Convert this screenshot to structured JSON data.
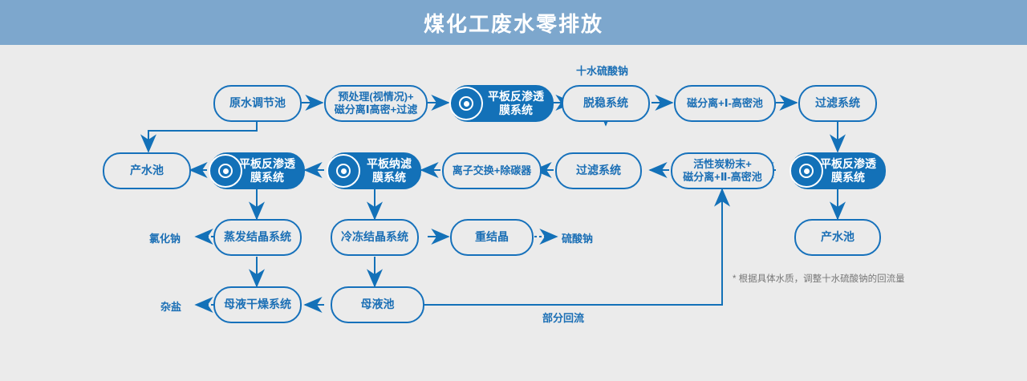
{
  "header": {
    "title": "煤化工废水零排放"
  },
  "colors": {
    "header_bg": "#7da7cd",
    "canvas_bg": "#ebebeb",
    "accent": "#1371b8",
    "node_text": "#1b6fb5",
    "footnote_text": "#777777"
  },
  "nodes": {
    "raw_water_tank": {
      "label": "原水调节池"
    },
    "pretreatment": {
      "label": "预处理(视情况)+\n磁分离Ⅰ高密+过滤"
    },
    "ro_membrane_1": {
      "label": "平板反渗透\n膜系统",
      "icon": "disc-icon"
    },
    "destabilize": {
      "label": "脱稳系统"
    },
    "mag_sep_1": {
      "label": "磁分离+Ⅰ-高密池"
    },
    "filter_top": {
      "label": "过滤系统"
    },
    "ro_membrane_right": {
      "label": "平板反渗透\n膜系统",
      "icon": "disc-icon"
    },
    "activated_carbon": {
      "label": "活性炭粉末+\n磁分离+Ⅱ-高密池"
    },
    "filter_mid": {
      "label": "过滤系统"
    },
    "ion_exchange": {
      "label": "离子交换+除碳器"
    },
    "nf_membrane": {
      "label": "平板纳滤\n膜系统",
      "icon": "disc-icon"
    },
    "ro_membrane_2": {
      "label": "平板反渗透\n膜系统",
      "icon": "disc-icon"
    },
    "product_water_left": {
      "label": "产水池"
    },
    "product_water_right": {
      "label": "产水池"
    },
    "evaporation_crystal": {
      "label": "蒸发结晶系统"
    },
    "freeze_crystal": {
      "label": "冷冻结晶系统"
    },
    "recrystallization": {
      "label": "重结晶"
    },
    "mother_liquor_dry": {
      "label": "母液干燥系统"
    },
    "mother_liquor_tank": {
      "label": "母液池"
    }
  },
  "labels": {
    "sodium_sulfate_decahydrate": "十水硫酸钠",
    "sodium_chloride": "氯化钠",
    "sodium_sulfate": "硫酸钠",
    "mixed_salt": "杂盐",
    "partial_reflux": "部分回流",
    "footnote": "* 根据具体水质，调整十水硫酸钠的回流量"
  }
}
